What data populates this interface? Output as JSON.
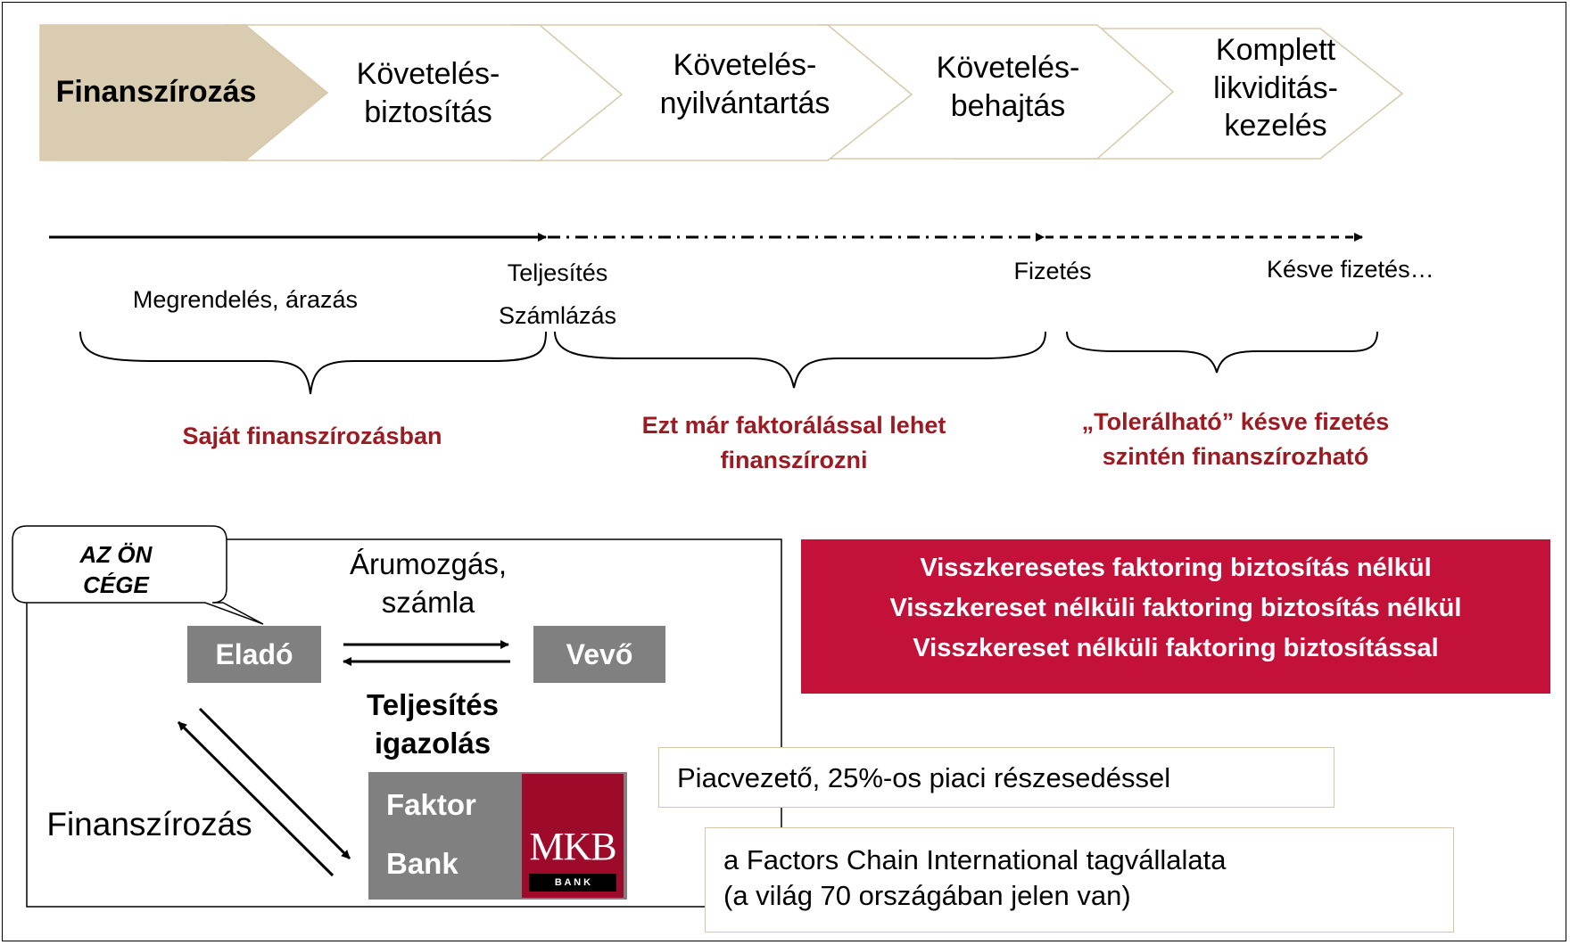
{
  "process": {
    "steps": [
      "Finanszírozás",
      "Követelés-\nbiztosítás",
      "Követelés-\nnyilvántartás",
      "Követelés-\nbehajtás",
      "Komplett\nlikviditás-\nkezelés"
    ]
  },
  "timeline": {
    "teljesites": "Teljesítés",
    "szamlazas": "Számlázás",
    "megrendeles": "Megrendelés, árazás",
    "fizetes": "Fizetés",
    "kesve": "Késve fizetés…"
  },
  "braces": {
    "sajat": "Saját finanszírozásban",
    "faktoralas": "Ezt már faktorálással lehet\nfinanszírozni",
    "tolerálható": "„Tolerálható” késve fizetés\nszintén finanszírozható"
  },
  "flow": {
    "callout": "AZ ÖN\nCÉGE",
    "arumozgas": "Árumozgás,\nszámla",
    "elado": "Eladó",
    "vevo": "Vevő",
    "teljesites_igazolas": "Teljesítés\nigazolás",
    "finanszirozas": "Finanszírozás",
    "faktor": "Faktor",
    "bank": "Bank",
    "logo_mkb": "MKB",
    "logo_bank": "B A N K"
  },
  "products": [
    "Visszkeresetes faktoring biztosítás nélkül",
    "Visszkereset nélküli faktoring biztosítás nélkül",
    "Visszkereset nélküli faktoring biztosítással"
  ],
  "info": {
    "piacvezeto": "Piacvezető, 25%-os piaci részesedéssel",
    "fci": "a Factors Chain International tagvállalata\n(a világ 70 országában jelen van)"
  },
  "colors": {
    "accent_red": "#c4113a",
    "dark_red_text": "#9b1b23",
    "chevron_active": "#d9ccb0",
    "gray_box": "#808080",
    "logo_red": "#9e0b2a"
  }
}
